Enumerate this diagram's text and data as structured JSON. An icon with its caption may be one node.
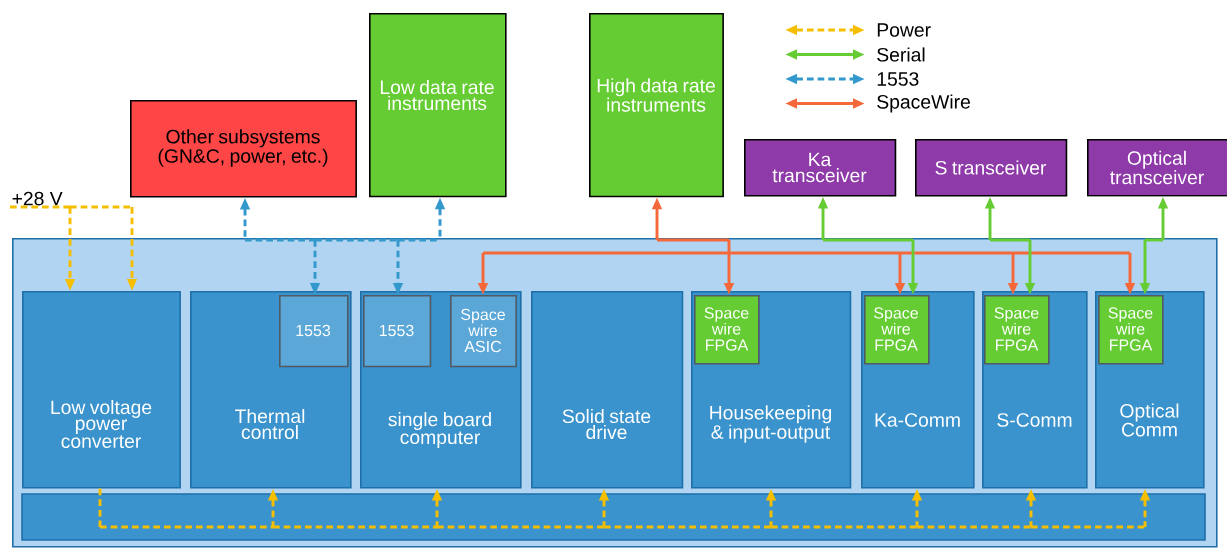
{
  "diagram": {
    "nodes": [
      {
        "text": [
          "Other subsystems (GN&C, power, etc.)"
        ]
      },
      {
        "text": [
          "Low data rate instruments"
        ]
      },
      {
        "text": [
          "High data rate instruments"
        ]
      },
      {
        "text": [
          "Ka transceiver"
        ]
      },
      {
        "text": [
          "S transceiver"
        ]
      },
      {
        "text": [
          "Optical transceiver"
        ]
      },
      {
        "text": [
          "+28 V"
        ]
      },
      {
        "text": [],
        "shape": "box"
      },
      {
        "text": [
          "Low voltage power converter"
        ],
        "in": 7
      },
      {
        "text": [
          "Thermal control"
        ],
        "in": 7
      },
      {
        "text": [
          "1553"
        ],
        "in": 9
      },
      {
        "text": [
          "single board computer"
        ],
        "in": 7
      },
      {
        "text": [
          "1553"
        ],
        "in": 11
      },
      {
        "text": [
          "Space wire ASIC"
        ],
        "in": 11
      },
      {
        "text": [
          "Solid state drive"
        ],
        "in": 7
      },
      {
        "text": [
          "Housekeeping & input-output"
        ],
        "in": 7
      },
      {
        "text": [
          "Space wire FPGA"
        ],
        "in": 15
      },
      {
        "text": [
          "Ka-Comm"
        ],
        "in": 7
      },
      {
        "text": [
          "Space wire FPGA"
        ],
        "in": 17
      },
      {
        "text": [
          "S-Comm"
        ],
        "in": 7
      },
      {
        "text": [
          "Space wire FPGA"
        ],
        "in": 19
      },
      {
        "text": [
          "Optical Comm"
        ],
        "in": 7
      },
      {
        "text": [
          "Space wire FPGA"
        ],
        "in": 21
      }
    ],
    "edges": [
      {
        "from": 6,
        "to": 8,
        "arrow": "to",
        "style": "dashed"
      },
      {
        "from": 6,
        "to": 8,
        "arrow": "to",
        "style": "dashed"
      },
      {
        "from": 8,
        "to": 9,
        "arrow": "to",
        "style": "dashed"
      },
      {
        "from": 8,
        "to": 11,
        "arrow": "to",
        "style": "dashed"
      },
      {
        "from": 8,
        "to": 14,
        "arrow": "to",
        "style": "dashed"
      },
      {
        "from": 8,
        "to": 15,
        "arrow": "to",
        "style": "dashed"
      },
      {
        "from": 8,
        "to": 17,
        "arrow": "to",
        "style": "dashed"
      },
      {
        "from": 8,
        "to": 19,
        "arrow": "to",
        "style": "dashed"
      },
      {
        "from": 8,
        "to": 21,
        "arrow": "to",
        "style": "dashed"
      },
      {
        "from": 10,
        "to": 0,
        "arrow": "both",
        "style": "dashed",
        "color": "#3399cc"
      },
      {
        "from": 10,
        "to": 1,
        "arrow": "both",
        "style": "dashed",
        "color": "#3399cc"
      },
      {
        "from": 12,
        "to": 0,
        "arrow": "both",
        "style": "dashed",
        "color": "#3399cc"
      },
      {
        "from": 12,
        "to": 1,
        "arrow": "both",
        "style": "dashed",
        "color": "#3399cc"
      },
      {
        "from": 2,
        "to": 16,
        "arrow": "both",
        "color": "#f4683a"
      },
      {
        "from": 13,
        "to": 16,
        "arrow": "both",
        "color": "#f4683a"
      },
      {
        "from": 13,
        "to": 18,
        "arrow": "both",
        "color": "#f4683a"
      },
      {
        "from": 13,
        "to": 20,
        "arrow": "both",
        "color": "#f4683a"
      },
      {
        "from": 13,
        "to": 22,
        "arrow": "both",
        "color": "#f4683a"
      },
      {
        "from": 3,
        "to": 18,
        "arrow": "both",
        "color": "#66cc33"
      },
      {
        "from": 4,
        "to": 20,
        "arrow": "both",
        "color": "#66cc33"
      },
      {
        "from": 5,
        "to": 22,
        "arrow": "both",
        "color": "#66cc33"
      }
    ],
    "legend": [
      {
        "text": "Power"
      },
      {
        "text": "Serial"
      },
      {
        "text": "1553"
      },
      {
        "text": "SpaceWire"
      }
    ]
  }
}
